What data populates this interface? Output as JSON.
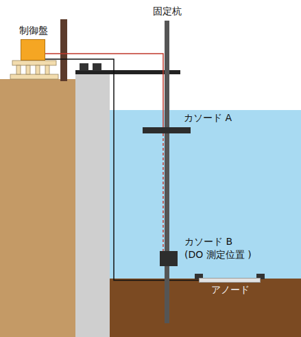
{
  "diagram": {
    "nodes": [
      {
        "text": [
          "制御盤"
        ]
      },
      {
        "text": [
          "固定杭"
        ]
      },
      {
        "text": [
          "カソード A"
        ]
      },
      {
        "text": [
          "カソード B",
          "(DO 測定位置 )"
        ]
      },
      {
        "text": [
          "アノード"
        ]
      }
    ],
    "edges": [
      {
        "from": 0,
        "to": 2,
        "arrow": "none"
      },
      {
        "from": 2,
        "to": 3,
        "arrow": "none"
      },
      {
        "from": 0,
        "to": 4,
        "arrow": "none"
      }
    ]
  }
}
